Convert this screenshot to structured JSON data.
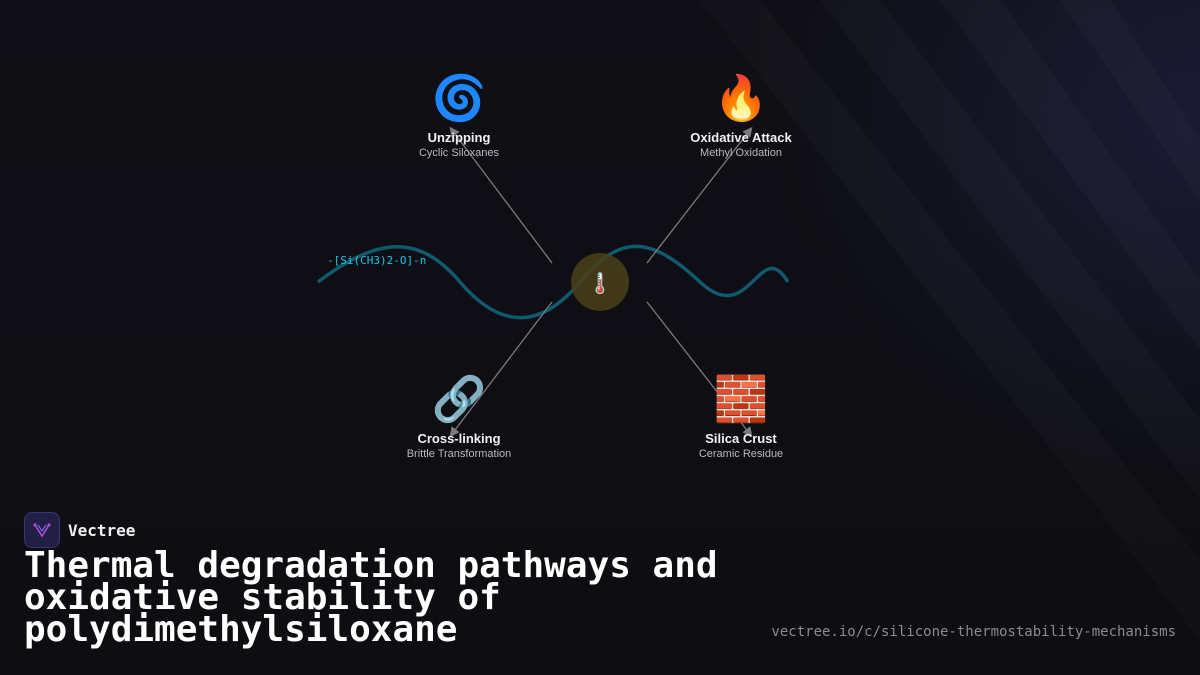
{
  "diagram": {
    "chain_label": "-[Si(CH3)2-O]-n",
    "center_icon": "thermometer-icon",
    "center_glyph": "🌡️",
    "nodes": [
      {
        "id": "unzipping",
        "icon": "cyclone-icon",
        "glyph": "🌀",
        "title": "Unzipping",
        "subtitle": "Cyclic Siloxanes"
      },
      {
        "id": "oxidative",
        "icon": "fire-icon",
        "glyph": "🔥",
        "title": "Oxidative Attack",
        "subtitle": "Methyl Oxidation"
      },
      {
        "id": "crosslinking",
        "icon": "link-icon",
        "glyph": "🔗",
        "title": "Cross-linking",
        "subtitle": "Brittle Transformation"
      },
      {
        "id": "silica",
        "icon": "brick-icon",
        "glyph": "🧱",
        "title": "Silica Crust",
        "subtitle": "Ceramic Residue"
      }
    ]
  },
  "footer": {
    "brand_name": "Vectree",
    "title": "Thermal degradation pathways and oxidative stability of polydimethylsiloxane",
    "url": "vectree.io/c/silicone-thermostability-mechanisms"
  },
  "colors": {
    "chain": "#0f5a6e",
    "chain_label": "#19c6ea",
    "center": "#4a4018",
    "arrow": "#7a7a7f",
    "brand_logo_bg": "#221f45",
    "brand_logo_mark": "#b04bd8"
  }
}
